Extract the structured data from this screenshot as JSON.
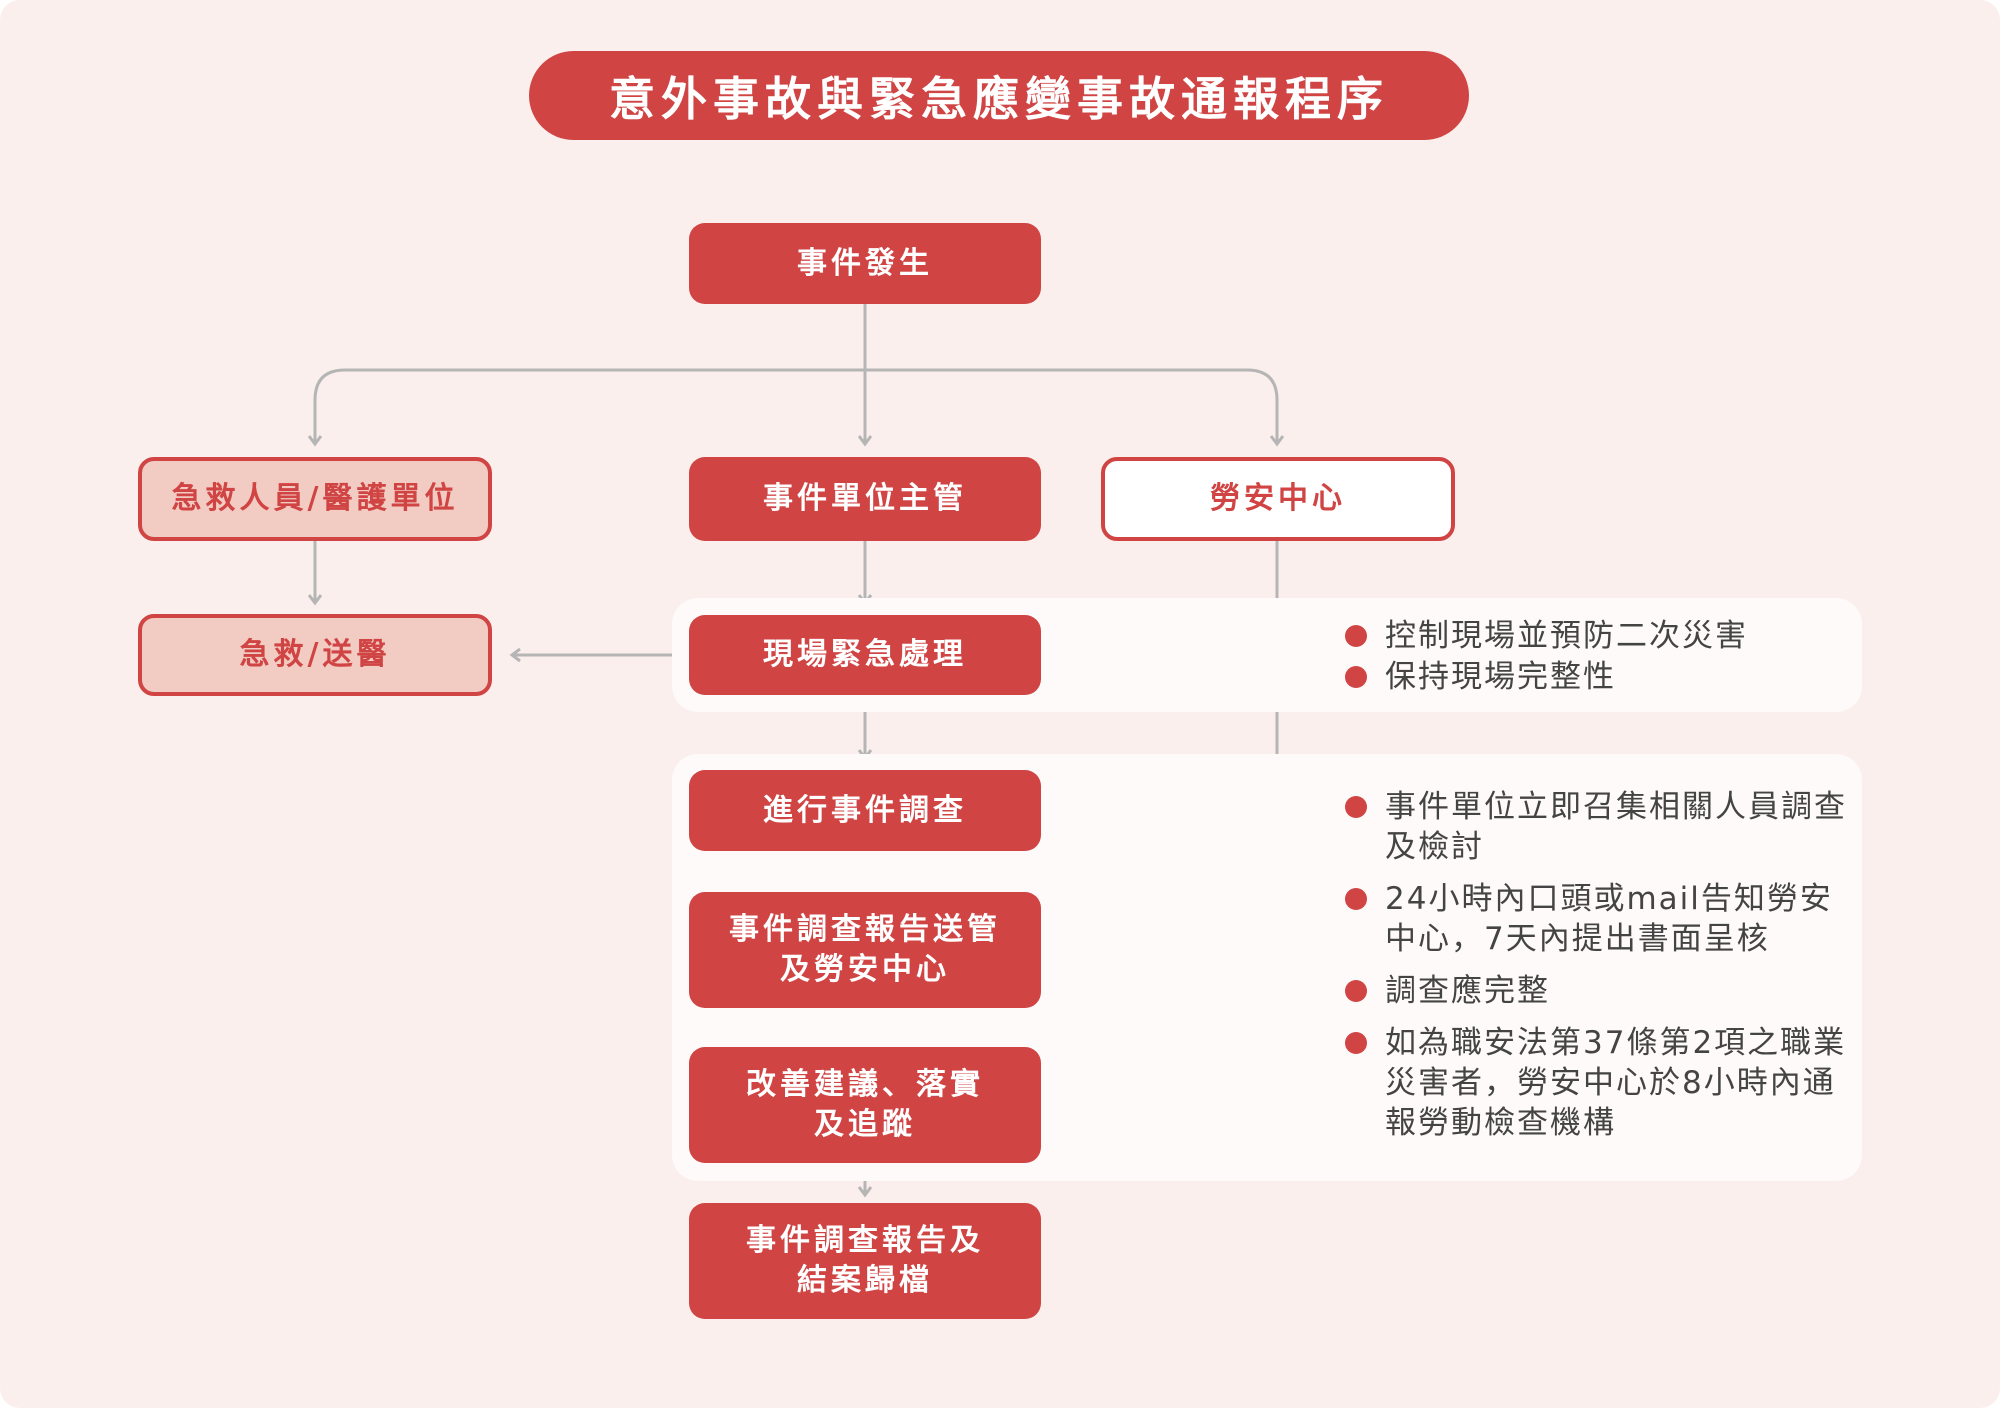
{
  "title": "意外事故與緊急應變事故通報程序",
  "nodes": {
    "incident": "事件發生",
    "first_aid_unit": "急救人員/醫護單位",
    "unit_supervisor": "事件單位主管",
    "safety_center": "勞安中心",
    "first_aid": "急救/送醫",
    "emergency_handling": "現場緊急處理",
    "investigation": "進行事件調查",
    "report_submit": [
      "事件調查報告送管",
      "及勞安中心"
    ],
    "improvement": [
      "改善建議、落實",
      "及追蹤"
    ],
    "closing": [
      "事件調查報告及",
      "結案歸檔"
    ]
  },
  "notes_emergency": [
    "控制現場並預防二次災害",
    "保持現場完整性"
  ],
  "notes_investigation": [
    "事件單位立即召集相關人員調查及檢討",
    "24小時內口頭或mail告知勞安中心，7天內提出書面呈核",
    "調查應完整",
    "如為職安法第37條第2項之職業災害者，勞安中心於8小時內通報勞動檢查機構"
  ],
  "colors": {
    "accent": "#D04444",
    "background": "#FAEFEC",
    "connector": "#B5B5B5"
  }
}
